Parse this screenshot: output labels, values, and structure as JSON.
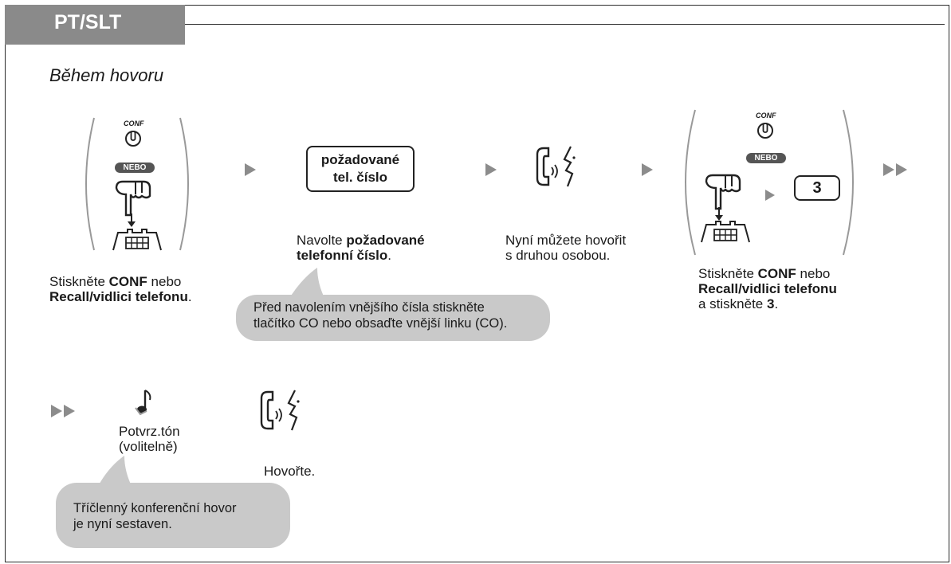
{
  "header": {
    "tag": "PT/SLT"
  },
  "subtitle": "Během hovoru",
  "icons": {
    "conf_label": "CONF",
    "nebo": "NEBO",
    "nebo2": "NEBO",
    "conf_label2": "CONF",
    "number_box": [
      "požadované",
      "tel. číslo"
    ],
    "key3": "3"
  },
  "step1": {
    "pre": "Stiskněte ",
    "b1": "CONF",
    "mid": " nebo",
    "b2": "Recall/vidlici telefonu",
    "post": "."
  },
  "step2": {
    "pre": "Navolte ",
    "b1": "požadované",
    "b2": "telefonní číslo",
    "post": "."
  },
  "step3": {
    "line1": "Nyní můžete hovořit",
    "line2": "s druhou osobou."
  },
  "step4": {
    "pre": "Stiskněte ",
    "b1": "CONF",
    "mid": " nebo",
    "b2": "Recall/vidlici telefonu",
    "pre3": "a stiskněte ",
    "b3": "3",
    "post": "."
  },
  "bubble1": {
    "line1": "Před navolením vnějšího čísla stiskněte",
    "line2": "tlačítko CO nebo obsaďte vnější linku (CO)."
  },
  "step5": {
    "line1": "Potvrz.tón",
    "line2": "(volitelně)"
  },
  "step6": {
    "text": "Hovořte."
  },
  "bubble2": {
    "line1": "Tříčlenný konferenční hovor",
    "line2": "je nyní sestaven."
  }
}
